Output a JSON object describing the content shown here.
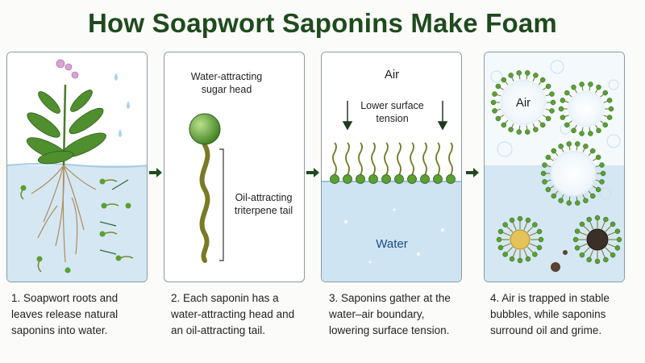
{
  "title": "How Soapwort Saponins Make Foam",
  "panel2": {
    "head_label": "Water-attracting sugar head",
    "tail_label": "Oil-attracting triterpene tail"
  },
  "panel3": {
    "air_label": "Air",
    "tension_label": "Lower surface tension",
    "water_label": "Water"
  },
  "panel4": {
    "air_label": "Air"
  },
  "captions": [
    {
      "num": "1.",
      "text": "Soapwort roots and leaves release natural saponins into water."
    },
    {
      "num": "2.",
      "text": "Each saponin has a water-attracting head and an oil-attracting tail."
    },
    {
      "num": "3.",
      "text": "Saponins gather at the water–air boundary, lowering surface tension."
    },
    {
      "num": "4.",
      "text": "Air is trapped in stable bubbles, while saponins surround oil and grime."
    }
  ],
  "colors": {
    "title": "#1f4a1e",
    "water": "#cfe4f2",
    "head": "#5aa032",
    "tail": "#7a8a2a",
    "arrow": "#1f4a1e"
  }
}
